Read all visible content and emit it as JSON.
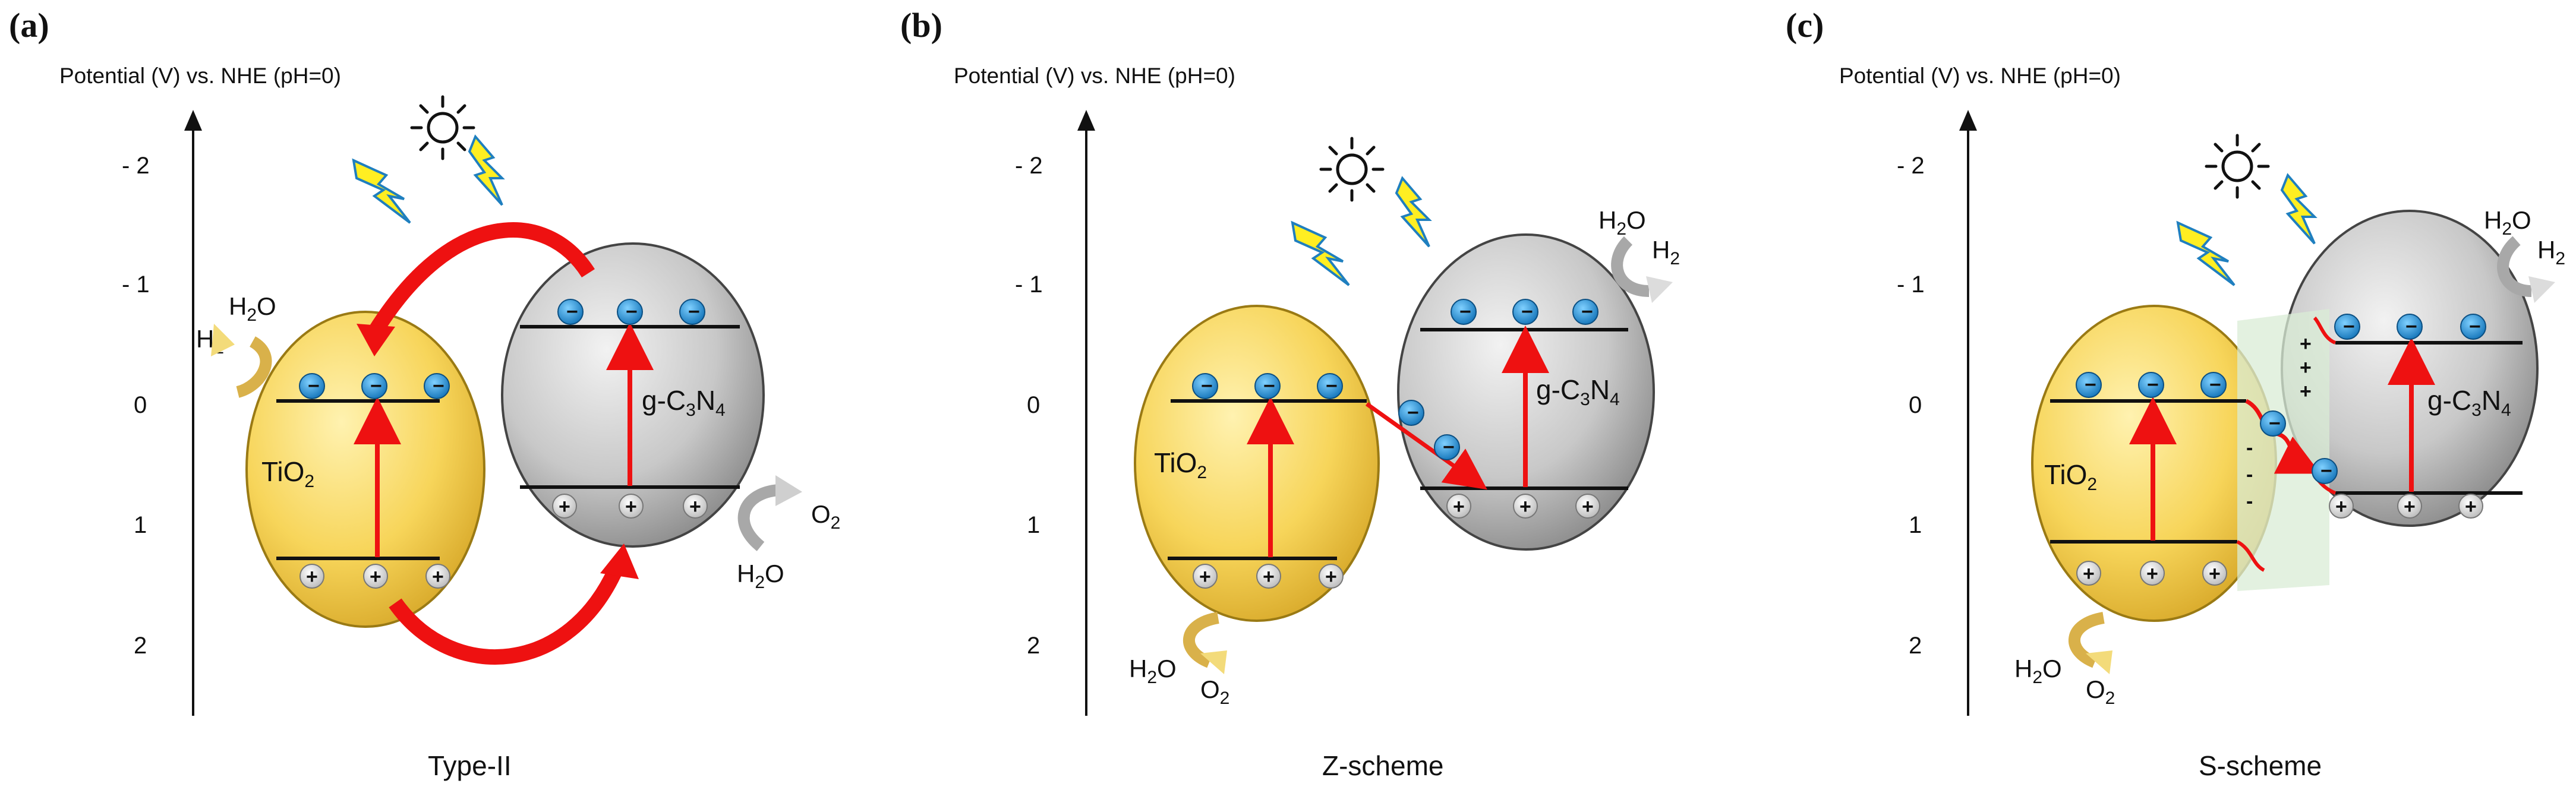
{
  "figure": {
    "axis_title": "Potential (V) vs. NHE (pH=0)",
    "ticks": [
      "- 2",
      "- 1",
      "0",
      "1",
      "2"
    ],
    "electron_sign": "−",
    "hole_sign": "+",
    "panels": [
      {
        "label": "(a)",
        "caption": "Type-II",
        "tio2": "TiO",
        "tio2_sub": "2",
        "gcn": {
          "p1": "g-C",
          "s1": "3",
          "p2": "N",
          "s2": "4"
        },
        "h2o_top": "H",
        "h2o_top_sub": "2",
        "h2o_top_end": "O",
        "h2_top": "H",
        "h2_top_sub": "2",
        "o2_right": "O",
        "o2_right_sub": "2",
        "h2o_right": "H",
        "h2o_right_sub": "2",
        "h2o_right_end": "O"
      },
      {
        "label": "(b)",
        "caption": "Z-scheme",
        "tio2": "TiO",
        "tio2_sub": "2",
        "gcn": {
          "p1": "g-C",
          "s1": "3",
          "p2": "N",
          "s2": "4"
        },
        "h2o_top": "H",
        "h2o_top_sub": "2",
        "h2o_top_end": "O",
        "h2_top": "H",
        "h2_top_sub": "2",
        "h2o_bottom": "H",
        "h2o_bottom_sub": "2",
        "h2o_bottom_end": "O",
        "o2_bottom": "O",
        "o2_bottom_sub": "2"
      },
      {
        "label": "(c)",
        "caption": "S-scheme",
        "tio2": "TiO",
        "tio2_sub": "2",
        "gcn": {
          "p1": "g-C",
          "s1": "3",
          "p2": "N",
          "s2": "4"
        },
        "h2o_top": "H",
        "h2o_top_sub": "2",
        "h2o_top_end": "O",
        "h2_top": "H",
        "h2_top_sub": "2",
        "h2o_bottom": "H",
        "h2o_bottom_sub": "2",
        "h2o_bottom_end": "O",
        "o2_bottom": "O",
        "o2_bottom_sub": "2",
        "interface_plus": [
          "+",
          "+",
          "+"
        ],
        "interface_minus": [
          "-",
          "-",
          "-"
        ]
      }
    ]
  },
  "colors": {
    "tio2_fill": "#f7d55a",
    "gcn_fill": "#c8c8c8",
    "arrow_red": "#ee1111",
    "electron_blue": "#1e8fd6",
    "interface_green": "#d9ecd6",
    "bolt_yellow": "#ffee22"
  },
  "icons": [
    "sun-icon",
    "lightning-bolt-icon"
  ]
}
